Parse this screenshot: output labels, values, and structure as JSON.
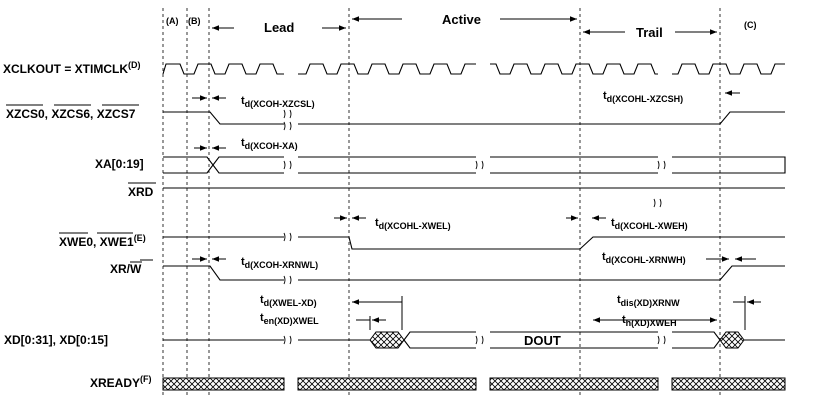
{
  "phases": {
    "a": "(A)",
    "b": "(B)",
    "lead": "Lead",
    "active": "Active",
    "trail": "Trail",
    "c": "(C)"
  },
  "signals": {
    "xclkout": {
      "main": "XCLKOUT = XTIMCLK",
      "sup": "(D)"
    },
    "xzcs": {
      "text": "XZCS0, XZCS6, XZCS7"
    },
    "xa": {
      "text": "XA[0:19]"
    },
    "xrd": {
      "text": "XRD"
    },
    "xwe": {
      "main": "XWE0, XWE1",
      "sup": "(E)"
    },
    "xrw": {
      "pre": "XR/",
      "over": "W"
    },
    "xd": {
      "text": "XD[0:31], XD[0:15]"
    },
    "xready": {
      "main": "XREADY",
      "sup": "(F)"
    }
  },
  "bus_labels": {
    "dout": "DOUT"
  },
  "params": [
    {
      "id": "xcoh-xzcsl",
      "t": "t",
      "sub": "d(XCOH-XZCSL)"
    },
    {
      "id": "xcohl-xzcsh",
      "t": "t",
      "sub": "d(XCOHL-XZCSH)"
    },
    {
      "id": "xcoh-xa",
      "t": "t",
      "sub": "d(XCOH-XA)"
    },
    {
      "id": "xcohl-xwel",
      "t": "t",
      "sub": "d(XCOHL-XWEL)"
    },
    {
      "id": "xcohl-xweh",
      "t": "t",
      "sub": "d(XCOHL-XWEH)"
    },
    {
      "id": "xcoh-xrnwl",
      "t": "t",
      "sub": "d(XCOH-XRNWL)"
    },
    {
      "id": "xcohl-xrnwh",
      "t": "t",
      "sub": "d(XCOHL-XRNWH)"
    },
    {
      "id": "xwel-xd",
      "t": "t",
      "sub": "d(XWEL-XD)"
    },
    {
      "id": "en-xd-xwel",
      "t": "t",
      "sub": "en(XD)XWEL"
    },
    {
      "id": "dis-xd-xrnw",
      "t": "t",
      "sub": "dis(XD)XRNW"
    },
    {
      "id": "h-xd-xweh",
      "t": "t",
      "sub": "h(XD)XWEH"
    }
  ]
}
